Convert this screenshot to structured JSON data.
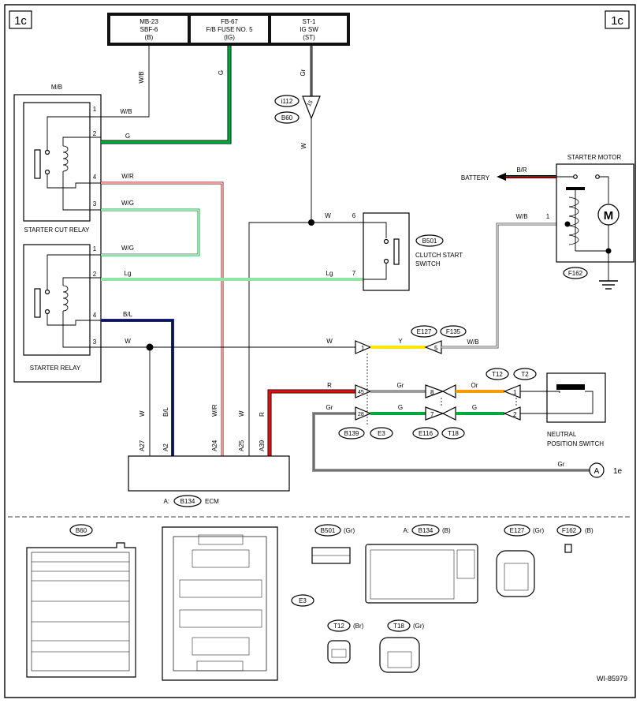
{
  "diagram": {
    "page_ref_left": "1c",
    "page_ref_right": "1c",
    "fuses": [
      {
        "line1": "MB-23",
        "line2": "SBF-6",
        "line3": "(B)"
      },
      {
        "line1": "FB-67",
        "line2": "F/B FUSE NO. 5",
        "line3": "(IG)"
      },
      {
        "line1": "ST-1",
        "line2": "IG SW",
        "line3": "(ST)"
      }
    ],
    "relay_box_label": "M/B",
    "relays": [
      {
        "name": "STARTER CUT RELAY",
        "pins": [
          "1",
          "2",
          "4",
          "3"
        ],
        "wires": [
          "W/B",
          "G",
          "W/R",
          "W/G"
        ]
      },
      {
        "name": "STARTER RELAY",
        "pins": [
          "1",
          "2",
          "4",
          "3"
        ],
        "wires": [
          "W/G",
          "Lg",
          "B/L",
          "W"
        ]
      }
    ],
    "vertical_wire_labels": {
      "wb": "W/B",
      "g": "G",
      "gr": "Gr"
    },
    "connector_i112": "i112",
    "connector_i112_pin": "15",
    "connector_b60": "B60",
    "wire_w_label": "W",
    "clutch_switch": {
      "connector": "B501",
      "name_line1": "CLUTCH START",
      "name_line2": "SWITCH",
      "pin6": "6",
      "pin7": "7",
      "wire6": "W",
      "wire7": "Lg"
    },
    "starter_motor": {
      "name": "STARTER MOTOR",
      "battery": "BATTERY",
      "wire_battery": "B/R",
      "wire_in": "W/B",
      "pin": "1",
      "connector": "F162",
      "motor_symbol": "M"
    },
    "ecm": {
      "prefix": "A:",
      "connector": "B134",
      "name": "ECM",
      "pins": [
        "A27",
        "A2",
        "A24",
        "A25",
        "A39"
      ],
      "wires": [
        "W",
        "B/L",
        "W/R",
        "W",
        "R"
      ]
    },
    "row_wire_labels": {
      "w_left": "W",
      "w_mid": "W",
      "y": "Y",
      "wb": "W/B",
      "r": "R",
      "gr_a": "Gr",
      "or": "Or",
      "gr_b": "Gr",
      "g_a": "G",
      "g_b": "G",
      "gr_bottom": "Gr"
    },
    "pins_row": {
      "p1": "1",
      "p5": "5",
      "p45": "45",
      "p28": "28",
      "p8": "8",
      "p7": "7",
      "t1": "1",
      "t2": "2"
    },
    "connectors_row": {
      "e127": "E127",
      "f135": "F135",
      "t12": "T12",
      "t2": "T2",
      "b139": "B139",
      "e3": "E3",
      "e116": "E116",
      "t18": "T18"
    },
    "neutral_switch": {
      "line1": "NEUTRAL",
      "line2": "POSITION SWITCH"
    },
    "offpage": {
      "letter": "A",
      "ref": "1e"
    },
    "legend": {
      "b60": {
        "name": "B60"
      },
      "e3": {
        "name": "E3"
      },
      "b501": {
        "name": "B501",
        "color": "(Gr)"
      },
      "b134": {
        "prefix": "A:",
        "name": "B134",
        "color": "(B)"
      },
      "e127": {
        "name": "E127",
        "color": "(Gr)"
      },
      "f162": {
        "name": "F162",
        "color": "(B)"
      },
      "t12": {
        "name": "T12",
        "color": "(Br)"
      },
      "t18": {
        "name": "T18",
        "color": "(Gr)"
      }
    },
    "figure_id": "WI-85979",
    "wire_colors": {
      "green": "#00aa3a",
      "light_green": "#8ee6a6",
      "red": "#e01010",
      "yellow": "#ffe600",
      "orange": "#f59c00",
      "navy": "#1a2a8c",
      "gray": "#9a9a9a",
      "dark_red": "#9b1010"
    }
  }
}
